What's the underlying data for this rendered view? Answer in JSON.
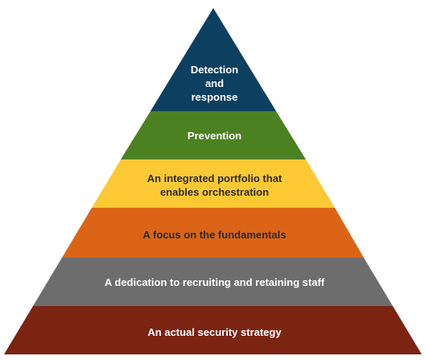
{
  "pyramid": {
    "tiers": [
      {
        "label": "Detection\nand\nresponse",
        "color": "#0d3f61",
        "text_color": "#ffffff"
      },
      {
        "label": "Prevention",
        "color": "#4c8122",
        "text_color": "#ffffff"
      },
      {
        "label": "An integrated portfolio that\nenables orchestration",
        "color": "#fcc934",
        "text_color": "#2b2b2b"
      },
      {
        "label": "A focus on the fundamentals",
        "color": "#db6417",
        "text_color": "#2b2b2b"
      },
      {
        "label": "A dedication to recruiting and retaining staff",
        "color": "#6d6d6d",
        "text_color": "#ffffff"
      },
      {
        "label": "An actual security strategy",
        "color": "#7b2412",
        "text_color": "#ffffff"
      }
    ]
  }
}
